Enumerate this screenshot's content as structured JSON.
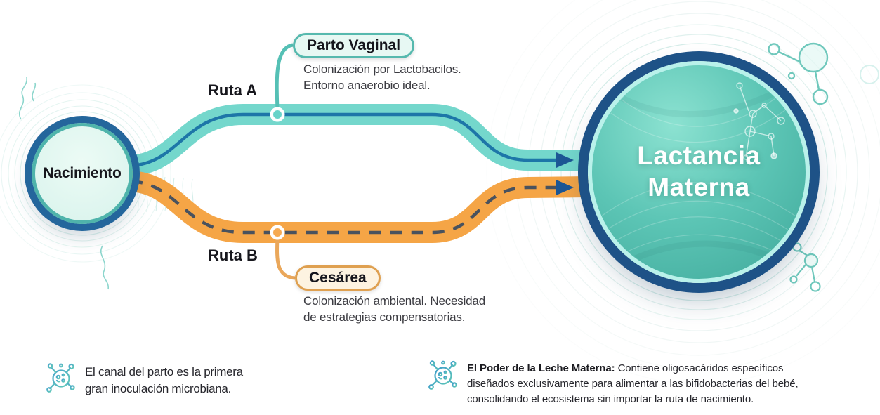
{
  "diagram": {
    "start": {
      "label": "Nacimiento"
    },
    "end": {
      "line1": "Lactancia",
      "line2": "Materna"
    },
    "route_a": {
      "name": "Ruta A",
      "badge": "Parto Vaginal",
      "desc1": "Colonización por Lactobacilos.",
      "desc2": "Entorno anaerobio ideal."
    },
    "route_b": {
      "name": "Ruta B",
      "badge": "Cesárea",
      "desc1": "Colonización ambiental. Necesidad",
      "desc2": "de estrategias compensatorias."
    }
  },
  "footnotes": {
    "left": {
      "icon": "microbe-icon",
      "line1": "El canal del parto es la primera",
      "line2": "gran inoculación microbiana."
    },
    "right": {
      "icon": "microbe-icon",
      "lead": "El Poder de la Leche Materna:",
      "body": "Contiene oligosacáridos específicos diseñados exclusivamente para alimentar a las bifidobacterias del bebé, consolidando el ecosistema sin importar la ruta de nacimiento."
    }
  },
  "colors": {
    "route_a": "#74D7CC",
    "route_a_line": "#1D76A8",
    "route_b": "#F5A546",
    "route_b_line": "#49525E",
    "arrow": "#1D5795",
    "node_ring_navy": "#1E5287",
    "start_ring_navy": "#24669C",
    "start_ring_teal": "#4FB4AB",
    "start_fill": "#D8F3EC",
    "end_ring_cyan": "#B9F1EA",
    "end_fill": "#5CC5B5",
    "badge_a_bg": "#E7F8F3",
    "badge_a_border": "#56B9AE",
    "badge_b_bg": "#FDF3E1",
    "badge_b_border": "#DFA050",
    "text_dark": "#17171D",
    "text_muted": "#3B3B41",
    "decor_teal": "#6FC8BC"
  }
}
